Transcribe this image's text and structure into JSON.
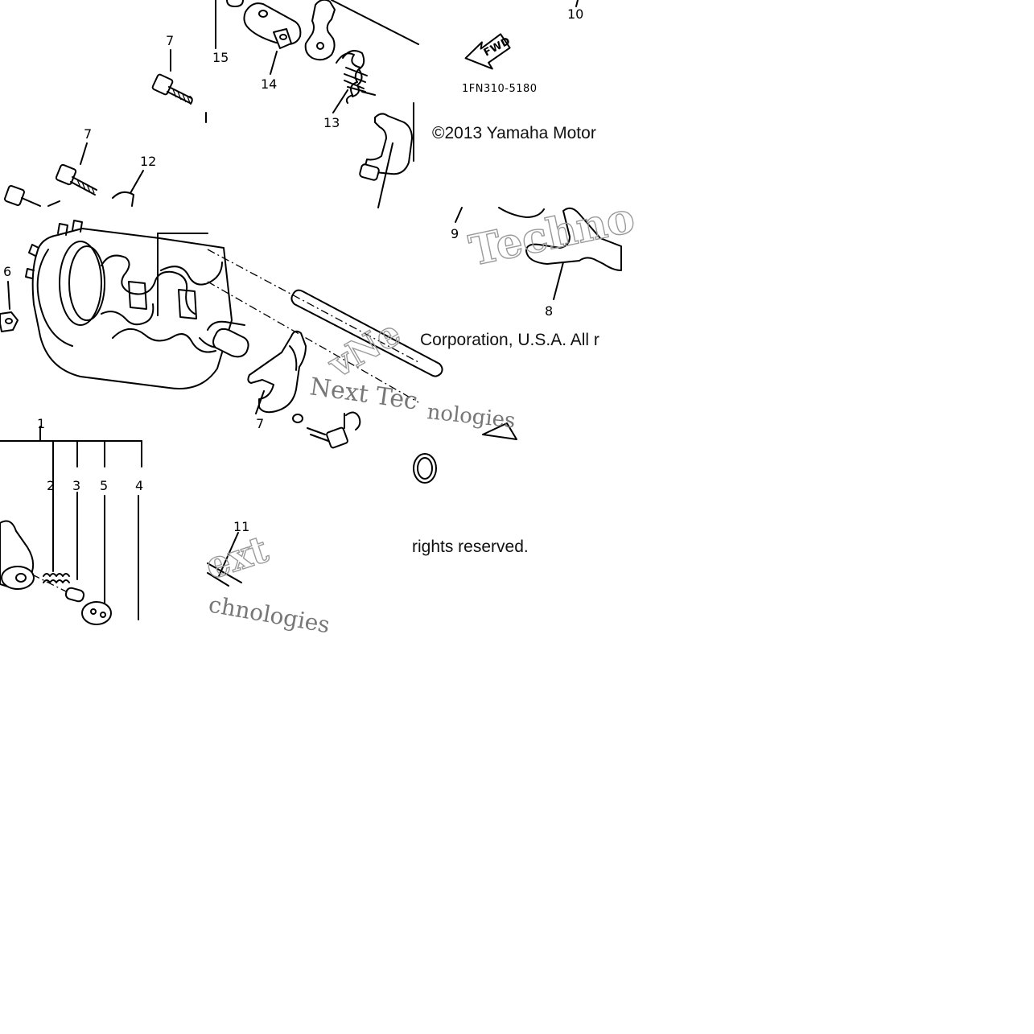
{
  "diagram": {
    "callouts": {
      "c1": "1",
      "c2": "2",
      "c3": "3",
      "c4": "4",
      "c5": "5",
      "c6": "6",
      "c7a": "7",
      "c7b": "7",
      "c7c": "7",
      "c8": "8",
      "c9": "9",
      "c10": "10",
      "c11": "11",
      "c12": "12",
      "c13": "13",
      "c14": "14",
      "c15": "15"
    },
    "fwd_label": "FWD",
    "figure_code": "1FN310-5180",
    "copyright": {
      "line1": "©2013 Yamaha Motor",
      "line2": "Corporation, U.S.A. All r",
      "line3": "rights reserved."
    },
    "watermarks": {
      "w1": "Techno",
      "w2": "Next Tec",
      "w3": "vNe",
      "w4": "nologies",
      "w5": "ext",
      "w6": "chnologies"
    }
  }
}
